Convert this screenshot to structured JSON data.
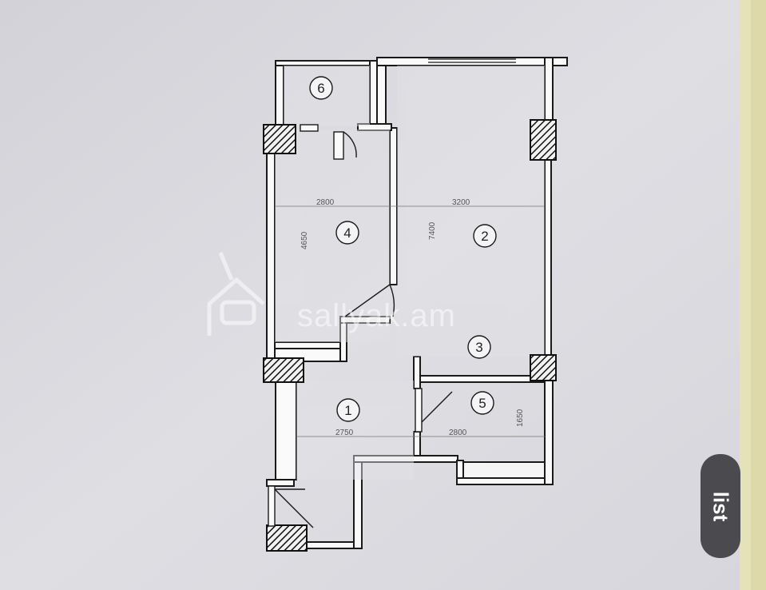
{
  "plan": {
    "rooms": [
      {
        "number": "1"
      },
      {
        "number": "2"
      },
      {
        "number": "3"
      },
      {
        "number": "4"
      },
      {
        "number": "5"
      },
      {
        "number": "6"
      }
    ],
    "dimensions": {
      "room4_width": "2800",
      "room2_width": "3200",
      "room4_length": "4650",
      "room2_length": "7400",
      "room1_width": "2750",
      "room5_width": "2800",
      "room5_length": "1650"
    }
  },
  "watermarks": {
    "center": "sallyak.am",
    "corner": "list"
  },
  "colors": {
    "paper": "#dcdce0",
    "wall": "#1a1a1a",
    "badge": "#4a4a4f",
    "side_strip": "#e6e2b8"
  }
}
